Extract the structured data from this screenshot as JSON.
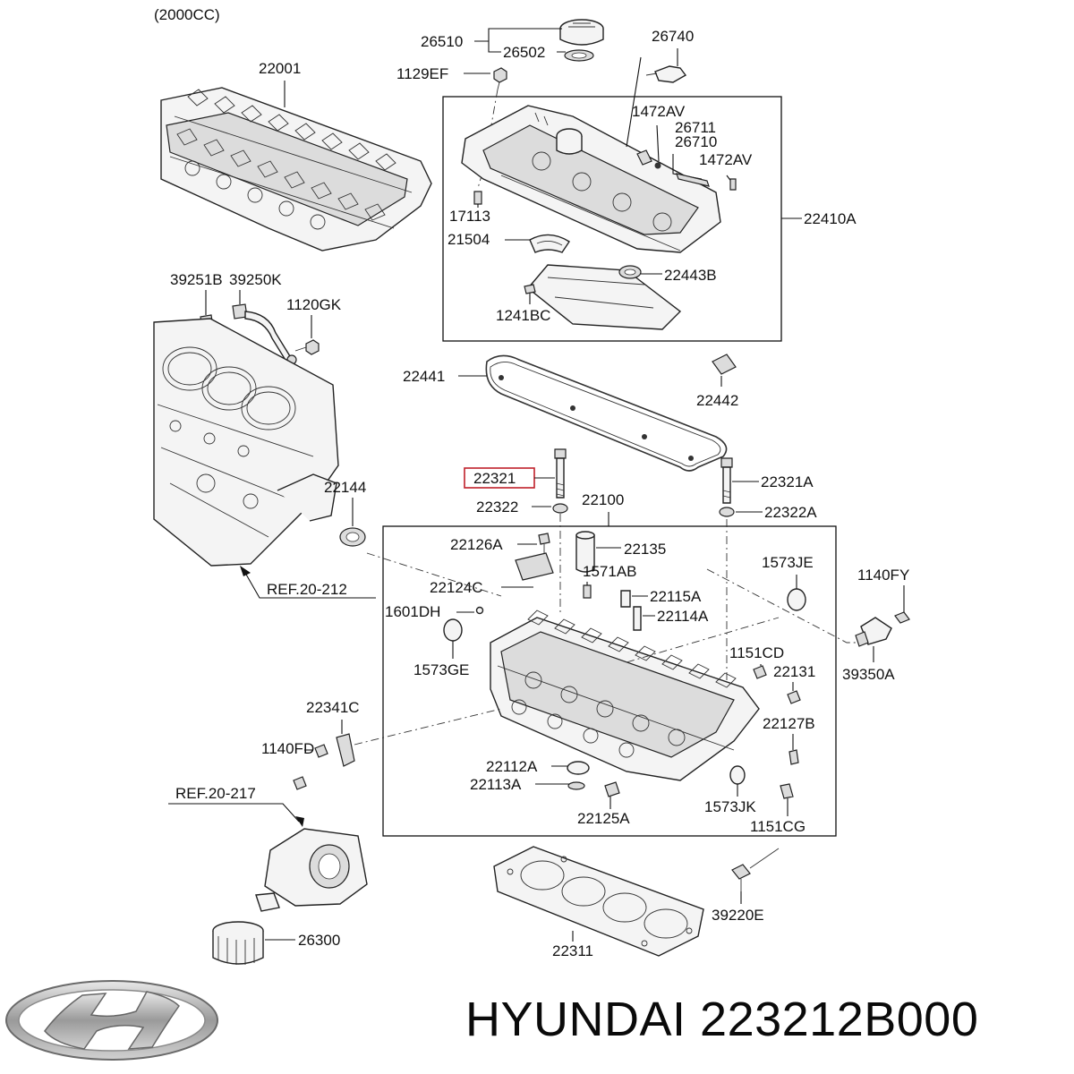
{
  "diagram": {
    "engine_note": "(2000CC)",
    "highlight": "22321",
    "labels": {
      "p22001": "22001",
      "p26510": "26510",
      "p26502": "26502",
      "p26740": "26740",
      "p1129EF": "1129EF",
      "p1472AV_a": "1472AV",
      "p26711": "26711",
      "p26710": "26710",
      "p1472AV_b": "1472AV",
      "p17113": "17113",
      "p22410A": "22410A",
      "p21504": "21504",
      "p22443B": "22443B",
      "p1241BC": "1241BC",
      "p39251B": "39251B",
      "p39250K": "39250K",
      "p1120GK": "1120GK",
      "p22441": "22441",
      "p22442": "22442",
      "p22321": "22321",
      "p22321A": "22321A",
      "p22144": "22144",
      "p22322": "22322",
      "p22100": "22100",
      "p22322A": "22322A",
      "p22126A": "22126A",
      "p22135": "22135",
      "p1571AB": "1571AB",
      "p1573JE": "1573JE",
      "p1140FY": "1140FY",
      "pREF20212": "REF.20-212",
      "p22124C": "22124C",
      "p22115A": "22115A",
      "p1601DH": "1601DH",
      "p22114A": "22114A",
      "p1151CD": "1151CD",
      "p39350A": "39350A",
      "p1573GE": "1573GE",
      "p22131": "22131",
      "p22341C": "22341C",
      "p22127B": "22127B",
      "p1140FD": "1140FD",
      "p22112A": "22112A",
      "pREF20217": "REF.20-217",
      "p22113A": "22113A",
      "p1573JK": "1573JK",
      "p22125A": "22125A",
      "p1151CG": "1151CG",
      "p39220E": "39220E",
      "p22311": "22311",
      "p26300": "26300"
    }
  },
  "footer": {
    "brand": "HYUNDAI",
    "part_number": "223212B000",
    "logo_icon": "hyundai-logo-icon"
  }
}
